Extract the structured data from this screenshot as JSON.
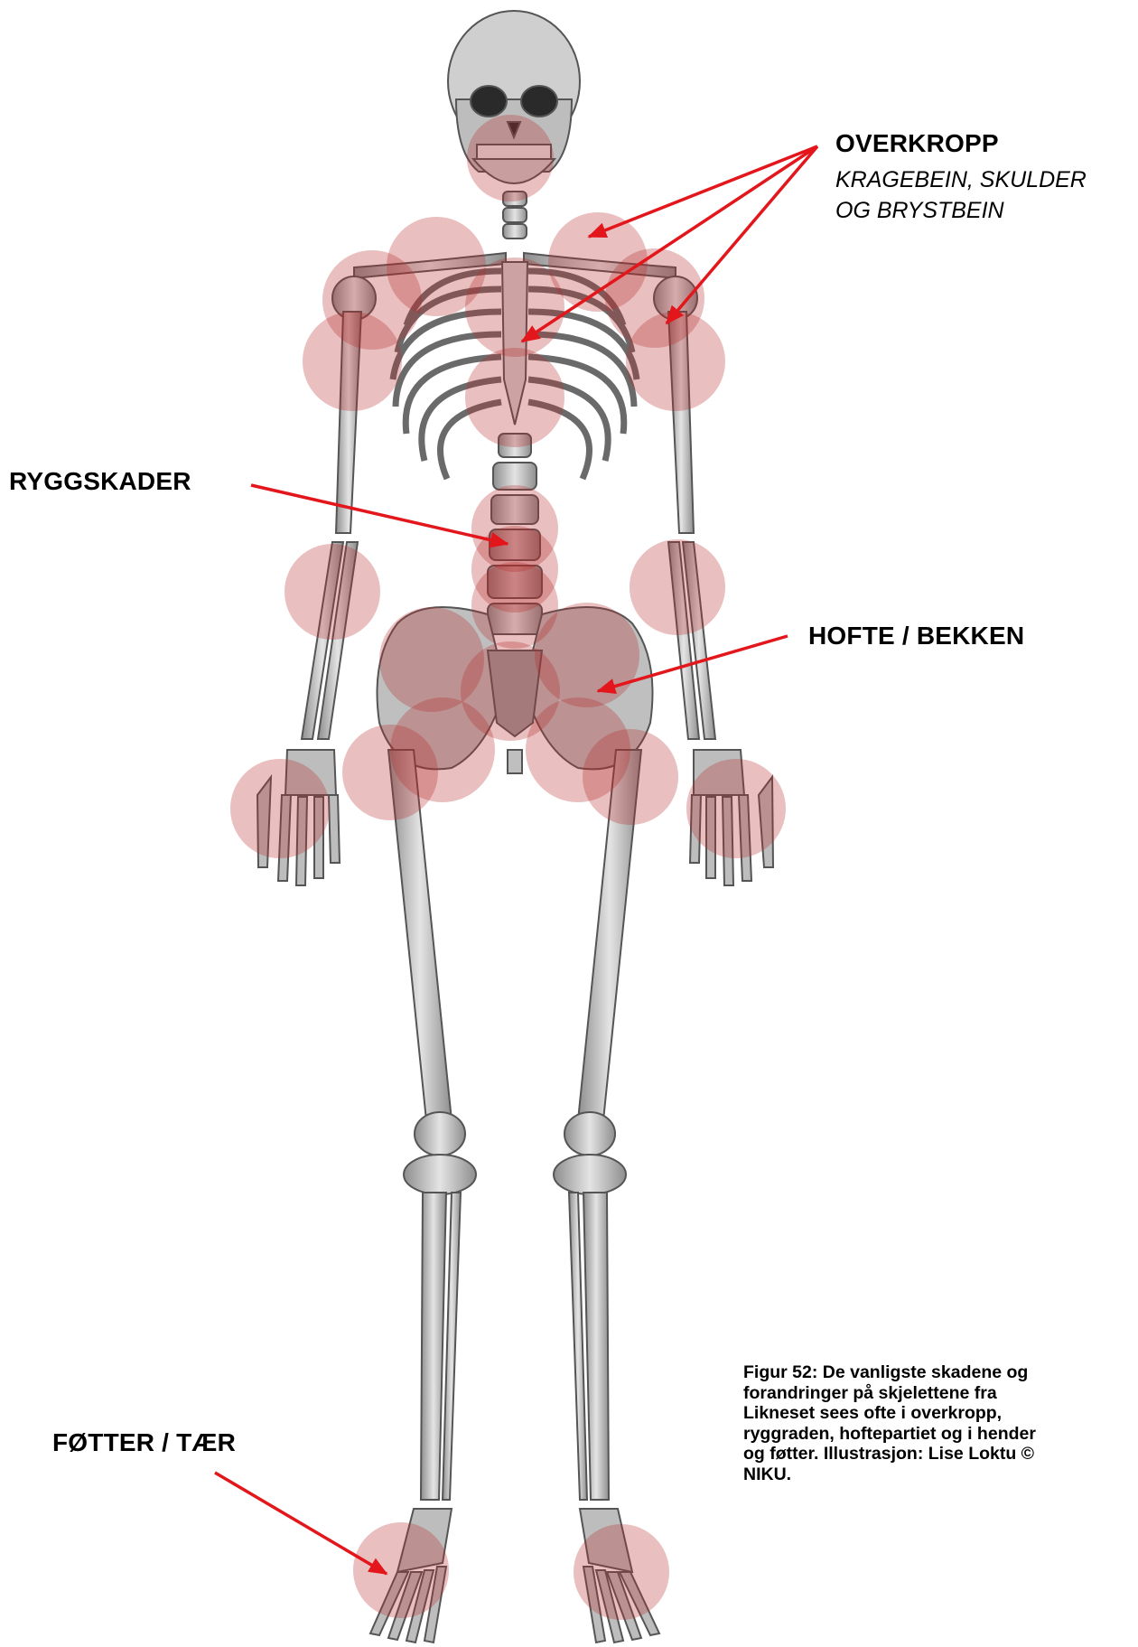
{
  "labels": {
    "overkropp": "OVERKROPP",
    "overkropp_sub_1": "KRAGEBEIN, SKULDER",
    "overkropp_sub_2": "OG BRYSTBEIN",
    "ryggskader": "RYGGSKADER",
    "hofte": "HOFTE / BEKKEN",
    "fotter": "FØTTER / TÆR"
  },
  "caption": "Figur 52: De vanligste skadene og forandringer på skjelettene fra Likneset sees ofte i overkropp, ryggraden, hoftepartiet og i hender og føtter. Illustrasjon: Lise Loktu © NIKU.",
  "colors": {
    "bone": "#c9c9c9",
    "bone_outline": "#5a5a5a",
    "highlight": "#b52a2a",
    "arrow": "#e3161c"
  }
}
